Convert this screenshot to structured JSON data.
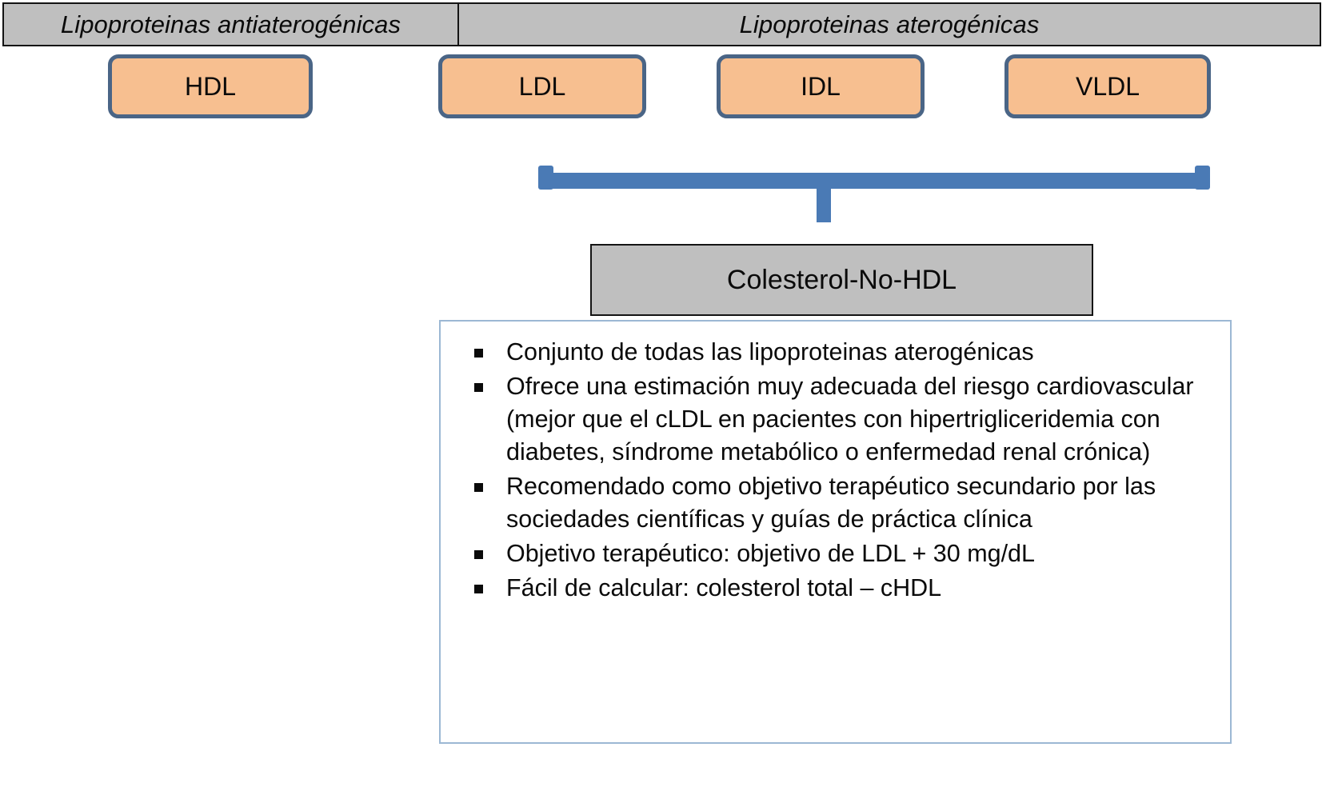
{
  "header": {
    "cells": [
      {
        "label": "Lipoproteinas antiaterogénicas"
      },
      {
        "label": "Lipoproteinas aterogénicas"
      }
    ]
  },
  "lipoproteins": [
    {
      "label": "HDL",
      "group": "antiaterogenicas"
    },
    {
      "label": "LDL",
      "group": "aterogenicas"
    },
    {
      "label": "IDL",
      "group": "aterogenicas"
    },
    {
      "label": "VLDL",
      "group": "aterogenicas"
    }
  ],
  "connector": {
    "icon": "bracket-connector-icon",
    "color": "#4a7ab5"
  },
  "result_box": {
    "label": "Colesterol-No-HDL",
    "fill": "#bfbfbf",
    "border": "#141414"
  },
  "details": {
    "border_color": "#9cb8d4",
    "bullet_glyph": "square-bullet-icon",
    "items": [
      "Conjunto de todas las lipoproteinas aterogénicas",
      "Ofrece una estimación muy adecuada del riesgo cardiovascular (mejor que el cLDL en pacientes con hipertrigliceridemia con diabetes, síndrome metabólico o enfermedad renal crónica)",
      "Recomendado como objetivo terapéutico secundario por las sociedades científicas y guías de práctica clínica",
      "Objetivo terapéutico: objetivo de LDL + 30 mg/dL",
      "Fácil de calcular: colesterol total – cHDL"
    ]
  },
  "colors": {
    "lipo_fill": "#f7bf90",
    "lipo_border": "#4a6586",
    "header_fill": "#bfbfbf"
  }
}
